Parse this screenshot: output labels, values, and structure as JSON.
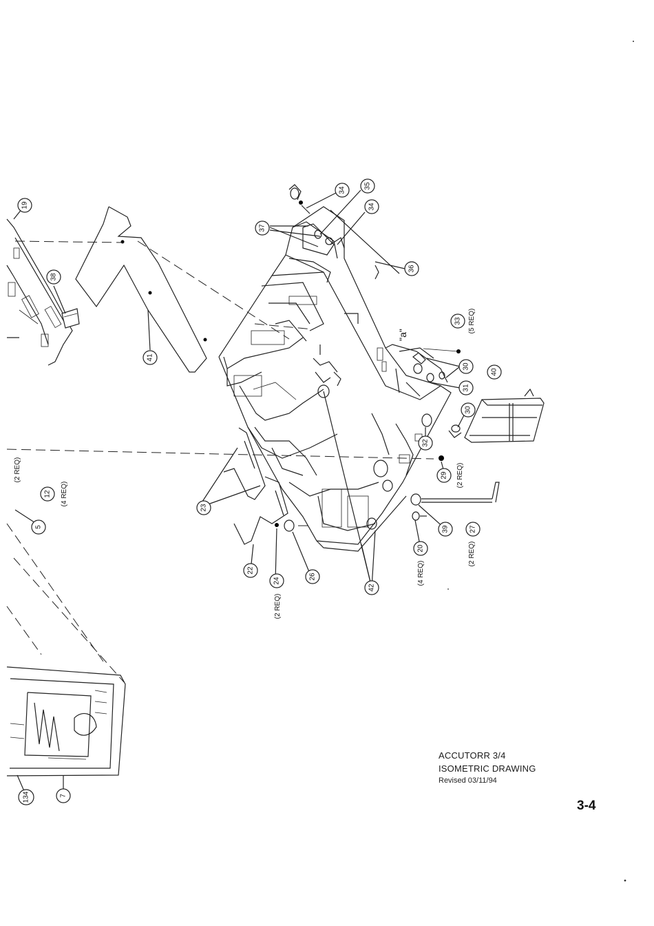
{
  "title_block": {
    "product": "ACCUTORR 3/4",
    "drawing_title": "ISOMETRIC DRAWING",
    "revised": "Revised 03/11/94"
  },
  "page_number": "3-4",
  "detail_label": "\"a\"",
  "callouts": {
    "c19": "19",
    "c38": "38",
    "c41": "41",
    "c37": "37",
    "c34a": "34",
    "c35": "35",
    "c34b": "34",
    "c36": "36",
    "c33": "33",
    "c30a": "30",
    "c31": "31",
    "c40": "40",
    "c30b": "30",
    "c32": "32",
    "c29": "29",
    "c23": "23",
    "c12": "12",
    "c5": "5",
    "c22": "22",
    "c24": "24",
    "c26": "26",
    "c42": "42",
    "c39": "39",
    "c27": "27",
    "c20": "20",
    "c134": "134",
    "c7": "7"
  },
  "quantities": {
    "q33": "(5 REQ)",
    "q29": "(2 REQ)",
    "q12": "(4 REQ)",
    "q_left": "(2 REQ)",
    "q24": "(2 REQ)",
    "q20": "(4 REQ)",
    "q27": "(2 REQ)"
  }
}
